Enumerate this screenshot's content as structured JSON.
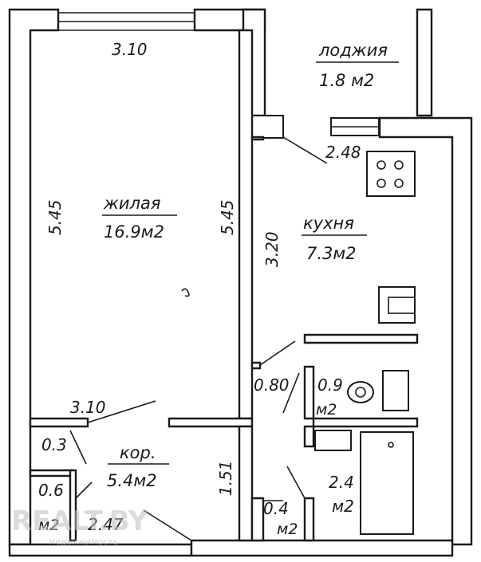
{
  "rooms": {
    "living": {
      "name": "жилая",
      "area": "16.9м2",
      "width_top": "3.10",
      "width_bottom": "3.10",
      "height_left": "5.45",
      "height_right": "5.45"
    },
    "loggia": {
      "name": "лоджия",
      "area": "1.8 м2"
    },
    "kitchen": {
      "name": "кухня",
      "area": "7.3м2",
      "width_top": "2.48",
      "height_left": "3.20"
    },
    "corridor": {
      "name": "кор.",
      "area": "5.4м2",
      "dim_a": "0.3",
      "dim_b": "2.47",
      "dim_c": "1.51",
      "door": "0.80"
    },
    "wc": {
      "area_value": "0.9",
      "area_unit": "м2"
    },
    "bath": {
      "area_value": "2.4",
      "area_unit": "м2"
    },
    "closet_small": {
      "area_value": "0.4",
      "area_unit": "м2"
    },
    "closet_left": {
      "area_value": "0.6",
      "area_unit": "м2"
    }
  },
  "watermark": {
    "brand": "REALT.BY",
    "tagline": "недвижимость"
  }
}
